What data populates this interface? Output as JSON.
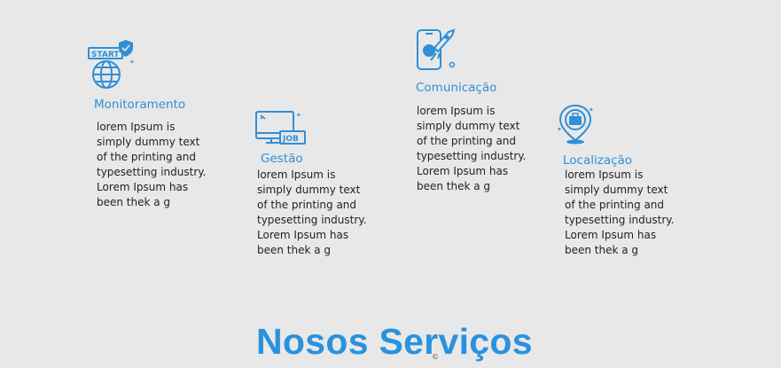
{
  "services": [
    {
      "label": "Monitoramento",
      "description": "lorem Ipsum is simply dummy text of the printing and typesetting industry. Lorem Ipsum has been thek a g",
      "icon": "start-globe-shield-icon"
    },
    {
      "label": "Gestão",
      "description": "lorem Ipsum is simply dummy text of the printing and typesetting industry. Lorem Ipsum has been thek a g",
      "icon": "computer-job-icon"
    },
    {
      "label": "Comunicação",
      "description": "lorem Ipsum is simply dummy text of the printing and typesetting industry. Lorem Ipsum has been thek a g",
      "icon": "phone-rocket-icon"
    },
    {
      "label": "Localização",
      "description": "lorem Ipsum is simply dummy text of the printing and typesetting industry. Lorem Ipsum has been thek a g",
      "icon": "location-pin-briefcase-icon"
    }
  ],
  "section": {
    "title": "Nosos Serviços",
    "marker": "©"
  },
  "colors": {
    "accent": "#2a92dd",
    "icon": "#2f8fd8",
    "background": "#e8e8e8"
  }
}
